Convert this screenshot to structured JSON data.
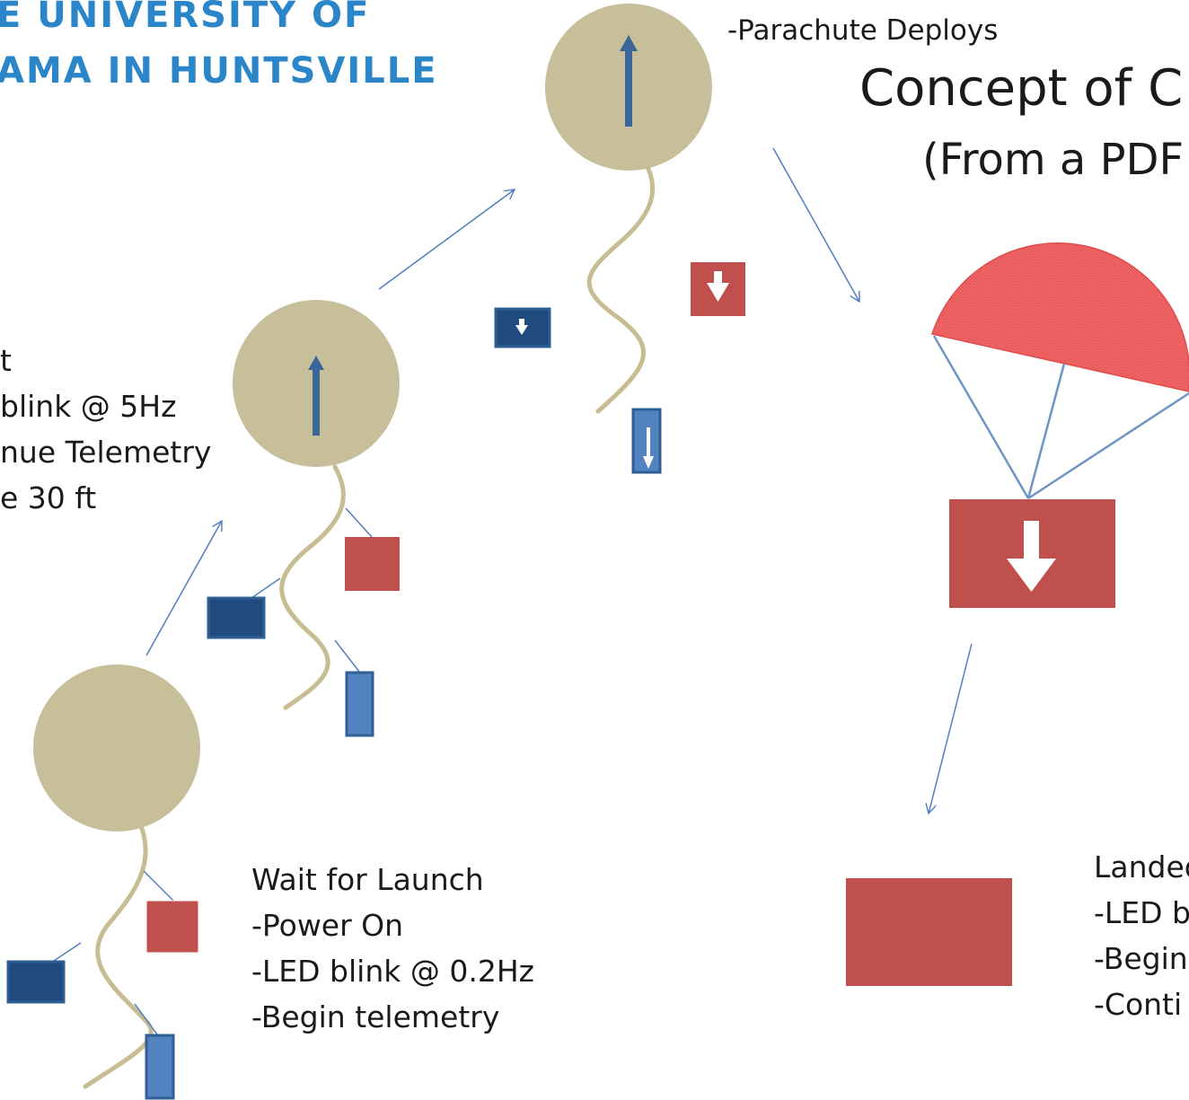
{
  "header": {
    "logo_line1": "E UNIVERSITY OF",
    "logo_line2": "AMA IN HUNTSVILLE",
    "title": "Concept of C",
    "subtitle": "(From a PDF"
  },
  "stages": {
    "wait": {
      "title": "Wait for Launch",
      "lines": [
        "-Power On",
        "-LED blink @ 0.2Hz",
        "-Begin telemetry"
      ]
    },
    "ascent": {
      "lines": [
        "t",
        "blink @ 5Hz",
        "nue Telemetry",
        "e 30 ft"
      ]
    },
    "apogee": {
      "label": "-Parachute Deploys"
    },
    "landed": {
      "title": "Landed",
      "lines": [
        "-LED b",
        "-Begin",
        "-Conti"
      ]
    }
  },
  "colors": {
    "balloon": "#c6bf99",
    "navy": "#1f4b7e",
    "blue": "#5383c1",
    "red": "#c0504d",
    "parachute": "#f26a6a",
    "line": "#4f7fc0",
    "tether": "#c8bc92",
    "logo": "#2a86c8"
  }
}
